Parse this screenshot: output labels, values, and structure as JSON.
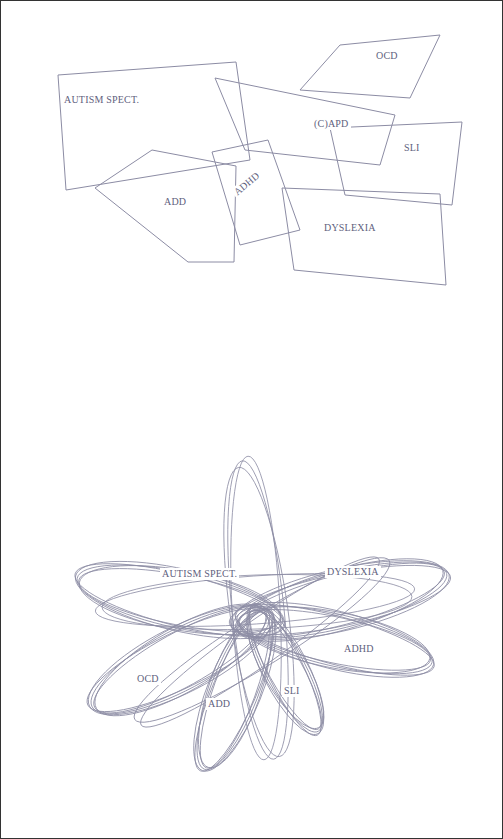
{
  "diagram": {
    "nodes": [
      {
        "text": [
          "AUTISM SPECT."
        ]
      },
      {
        "text": [
          "OCD"
        ]
      },
      {
        "text": [
          "(C)APD"
        ]
      },
      {
        "text": [
          "ADHD"
        ]
      },
      {
        "text": [
          "SLI"
        ]
      },
      {
        "text": [
          "ADD"
        ]
      },
      {
        "text": [
          "DYSLEXIA"
        ]
      },
      {
        "text": [
          "AUTISM SPECT."
        ]
      },
      {
        "text": [
          "DYSLEXIA"
        ]
      },
      {
        "text": [
          "ADHD"
        ]
      },
      {
        "text": [
          "OCD"
        ]
      },
      {
        "text": [
          "ADD"
        ]
      },
      {
        "text": [
          "SLI"
        ]
      }
    ]
  }
}
